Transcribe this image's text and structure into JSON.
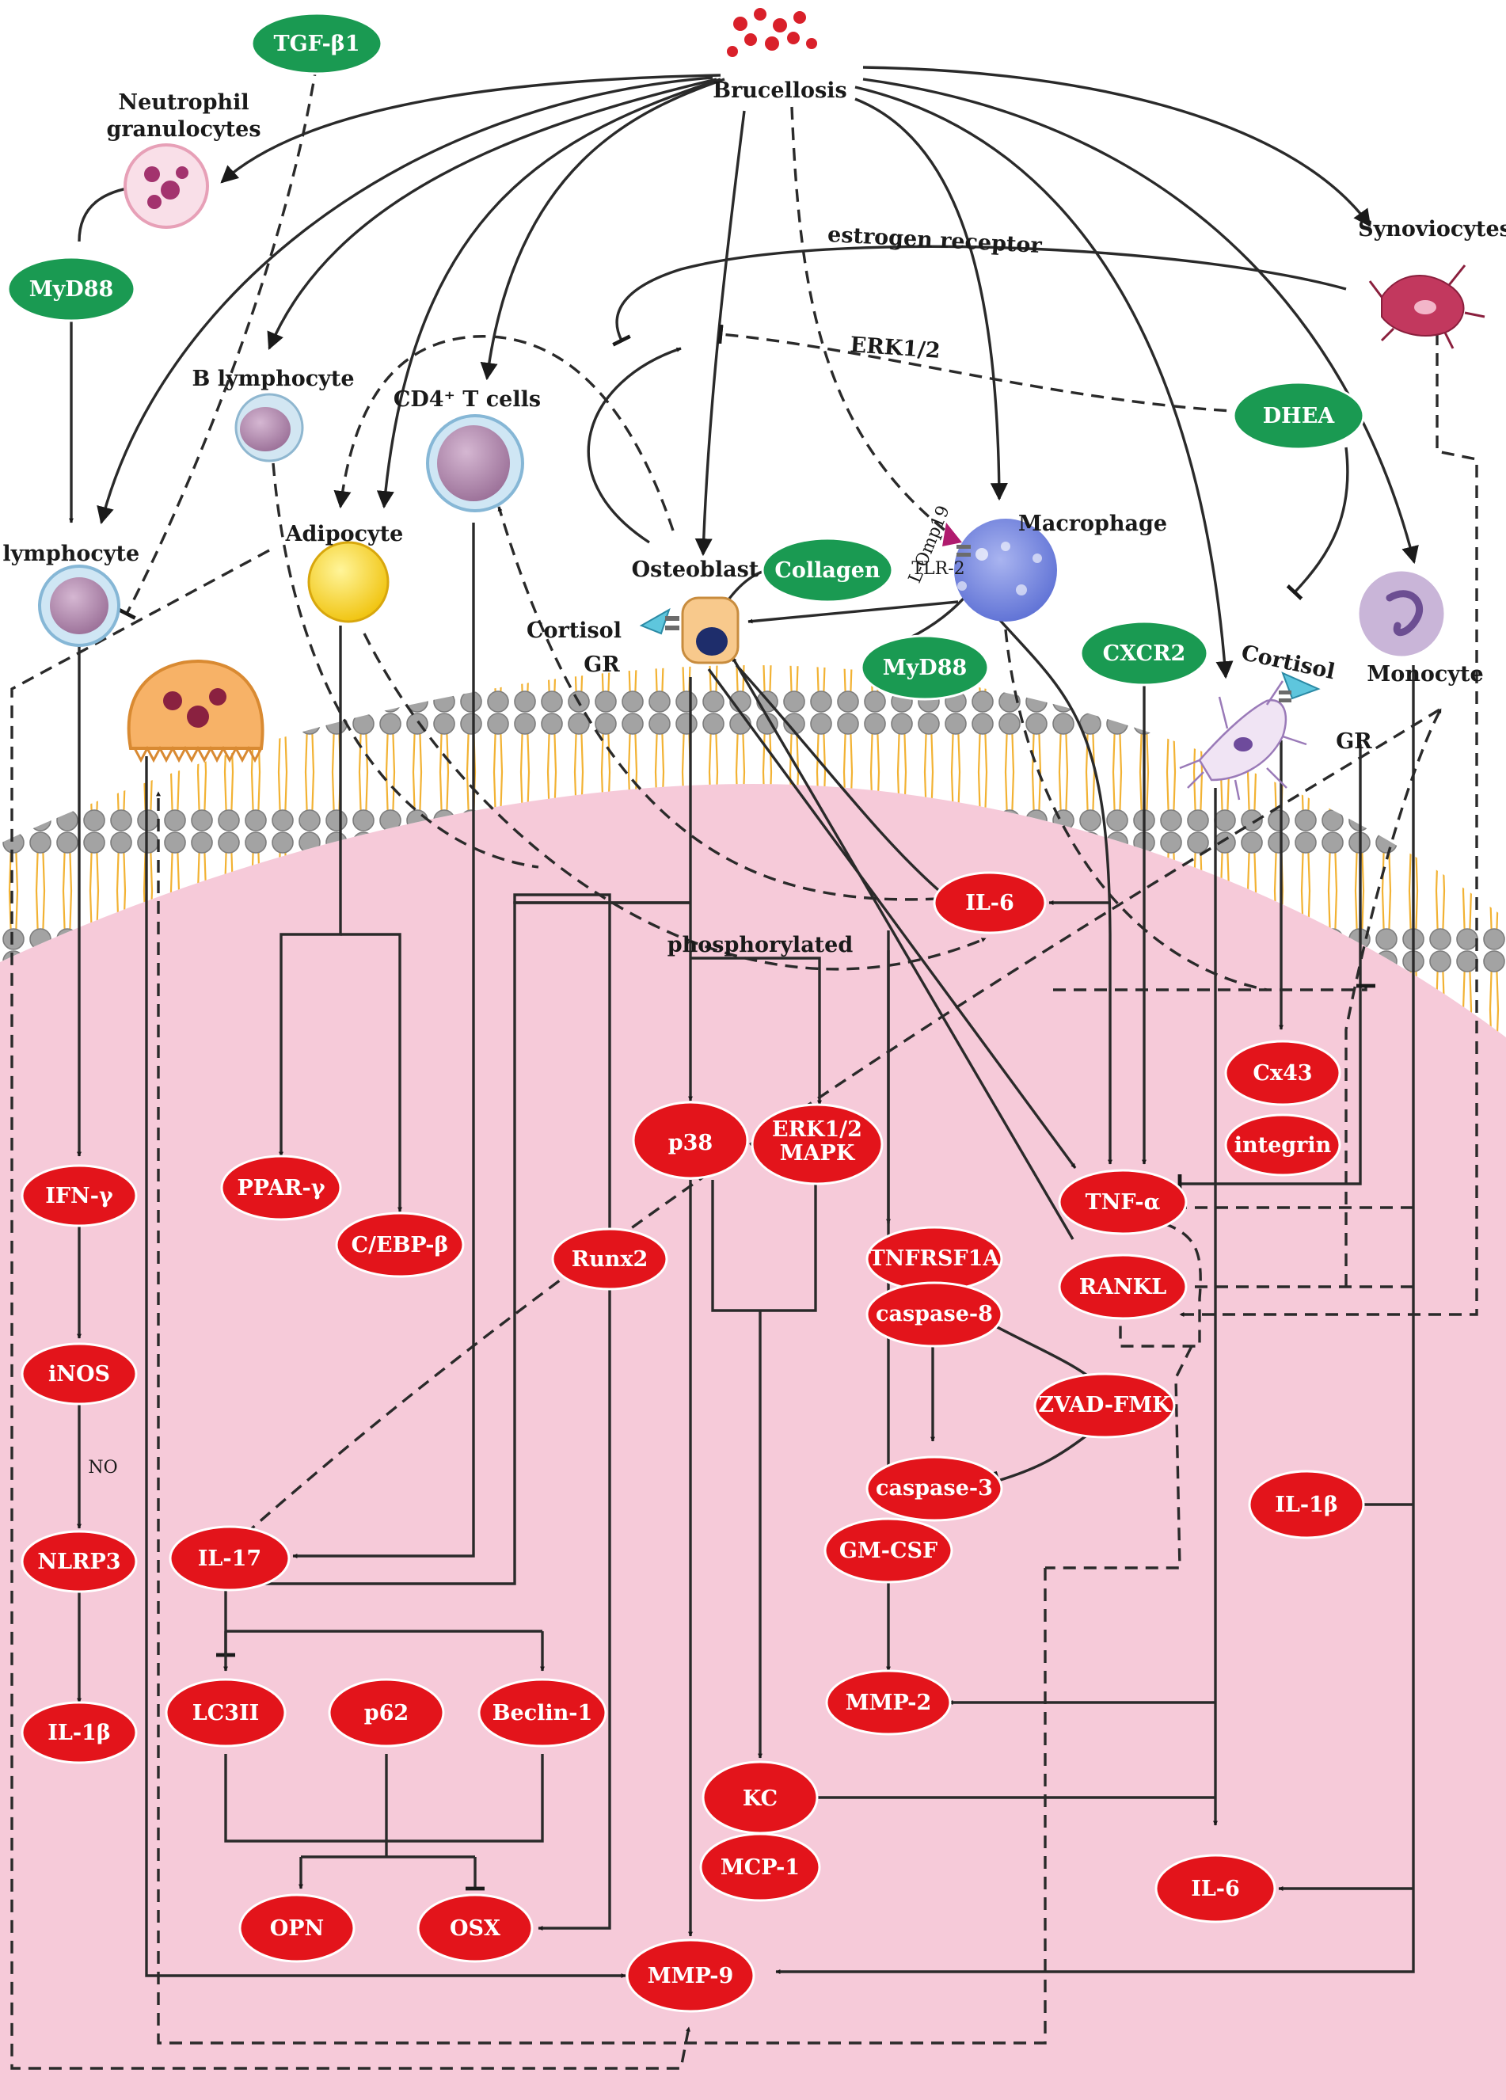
{
  "colors": {
    "green_node": "#1a9a52",
    "red_node": "#e3141b",
    "cytoplasm": "#f6cad9",
    "membrane_head": "#a3a3a3",
    "membrane_tail": "#f2b233",
    "edge": "#2a2a2a"
  },
  "labels": {
    "brucellosis": "Brucellosis",
    "neutrophil_1": "Neutrophil",
    "neutrophil_2": "granulocytes",
    "b_lymphocyte": "B lymphocyte",
    "cd4_t_cells": "CD4⁺ T cells",
    "t_lymphocyte": "T lymphocyte",
    "adipocyte": "Adipocyte",
    "osteoblast": "Osteoblast",
    "macrophage": "Macrophage",
    "monocyte": "Monocyte",
    "synoviocytes": "Synoviocytes",
    "estrogen_receptor": "estrogen receptor",
    "erk12_top": "ERK1/2",
    "cortisol_left": "Cortisol",
    "gr_left": "GR",
    "cortisol_right": "Cortisol",
    "gr_right": "GR",
    "l_omp19": "L-Omp19",
    "tlr2": "TLR-2",
    "phosphorylated": "phosphorylated",
    "no": "NO"
  },
  "nodes": {
    "tgfb1": "TGF-β1",
    "myd88_left": "MyD88",
    "myd88_mid": "MyD88",
    "collagen": "Collagen",
    "cxcr2": "CXCR2",
    "dhea": "DHEA",
    "il6_mid": "IL-6",
    "cx43": "Cx43",
    "integrin": "integrin",
    "ifng": "IFN-γ",
    "inos": "iNOS",
    "nlrp3": "NLRP3",
    "il1b_left": "IL-1β",
    "ppar": "PPAR-γ",
    "cebp": "C/EBP-β",
    "runx2": "Runx2",
    "p38": "p38",
    "erk_mapk_1": "ERK1/2",
    "erk_mapk_2": "MAPK",
    "tnfa": "TNF-α",
    "rankl": "RANKL",
    "tnfrsf1a": "TNFRSF1A",
    "caspase8": "caspase-8",
    "zvad": "ZVAD-FMK",
    "caspase3": "caspase-3",
    "il1b_right": "IL-1β",
    "il17": "IL-17",
    "gmcsf": "GM-CSF",
    "mmp2": "MMP-2",
    "lc3ii": "LC3II",
    "p62": "p62",
    "beclin1": "Beclin-1",
    "kc": "KC",
    "mcp1": "MCP-1",
    "il6_bottom": "IL-6",
    "opn": "OPN",
    "osx": "OSX",
    "mmp9": "MMP-9"
  }
}
